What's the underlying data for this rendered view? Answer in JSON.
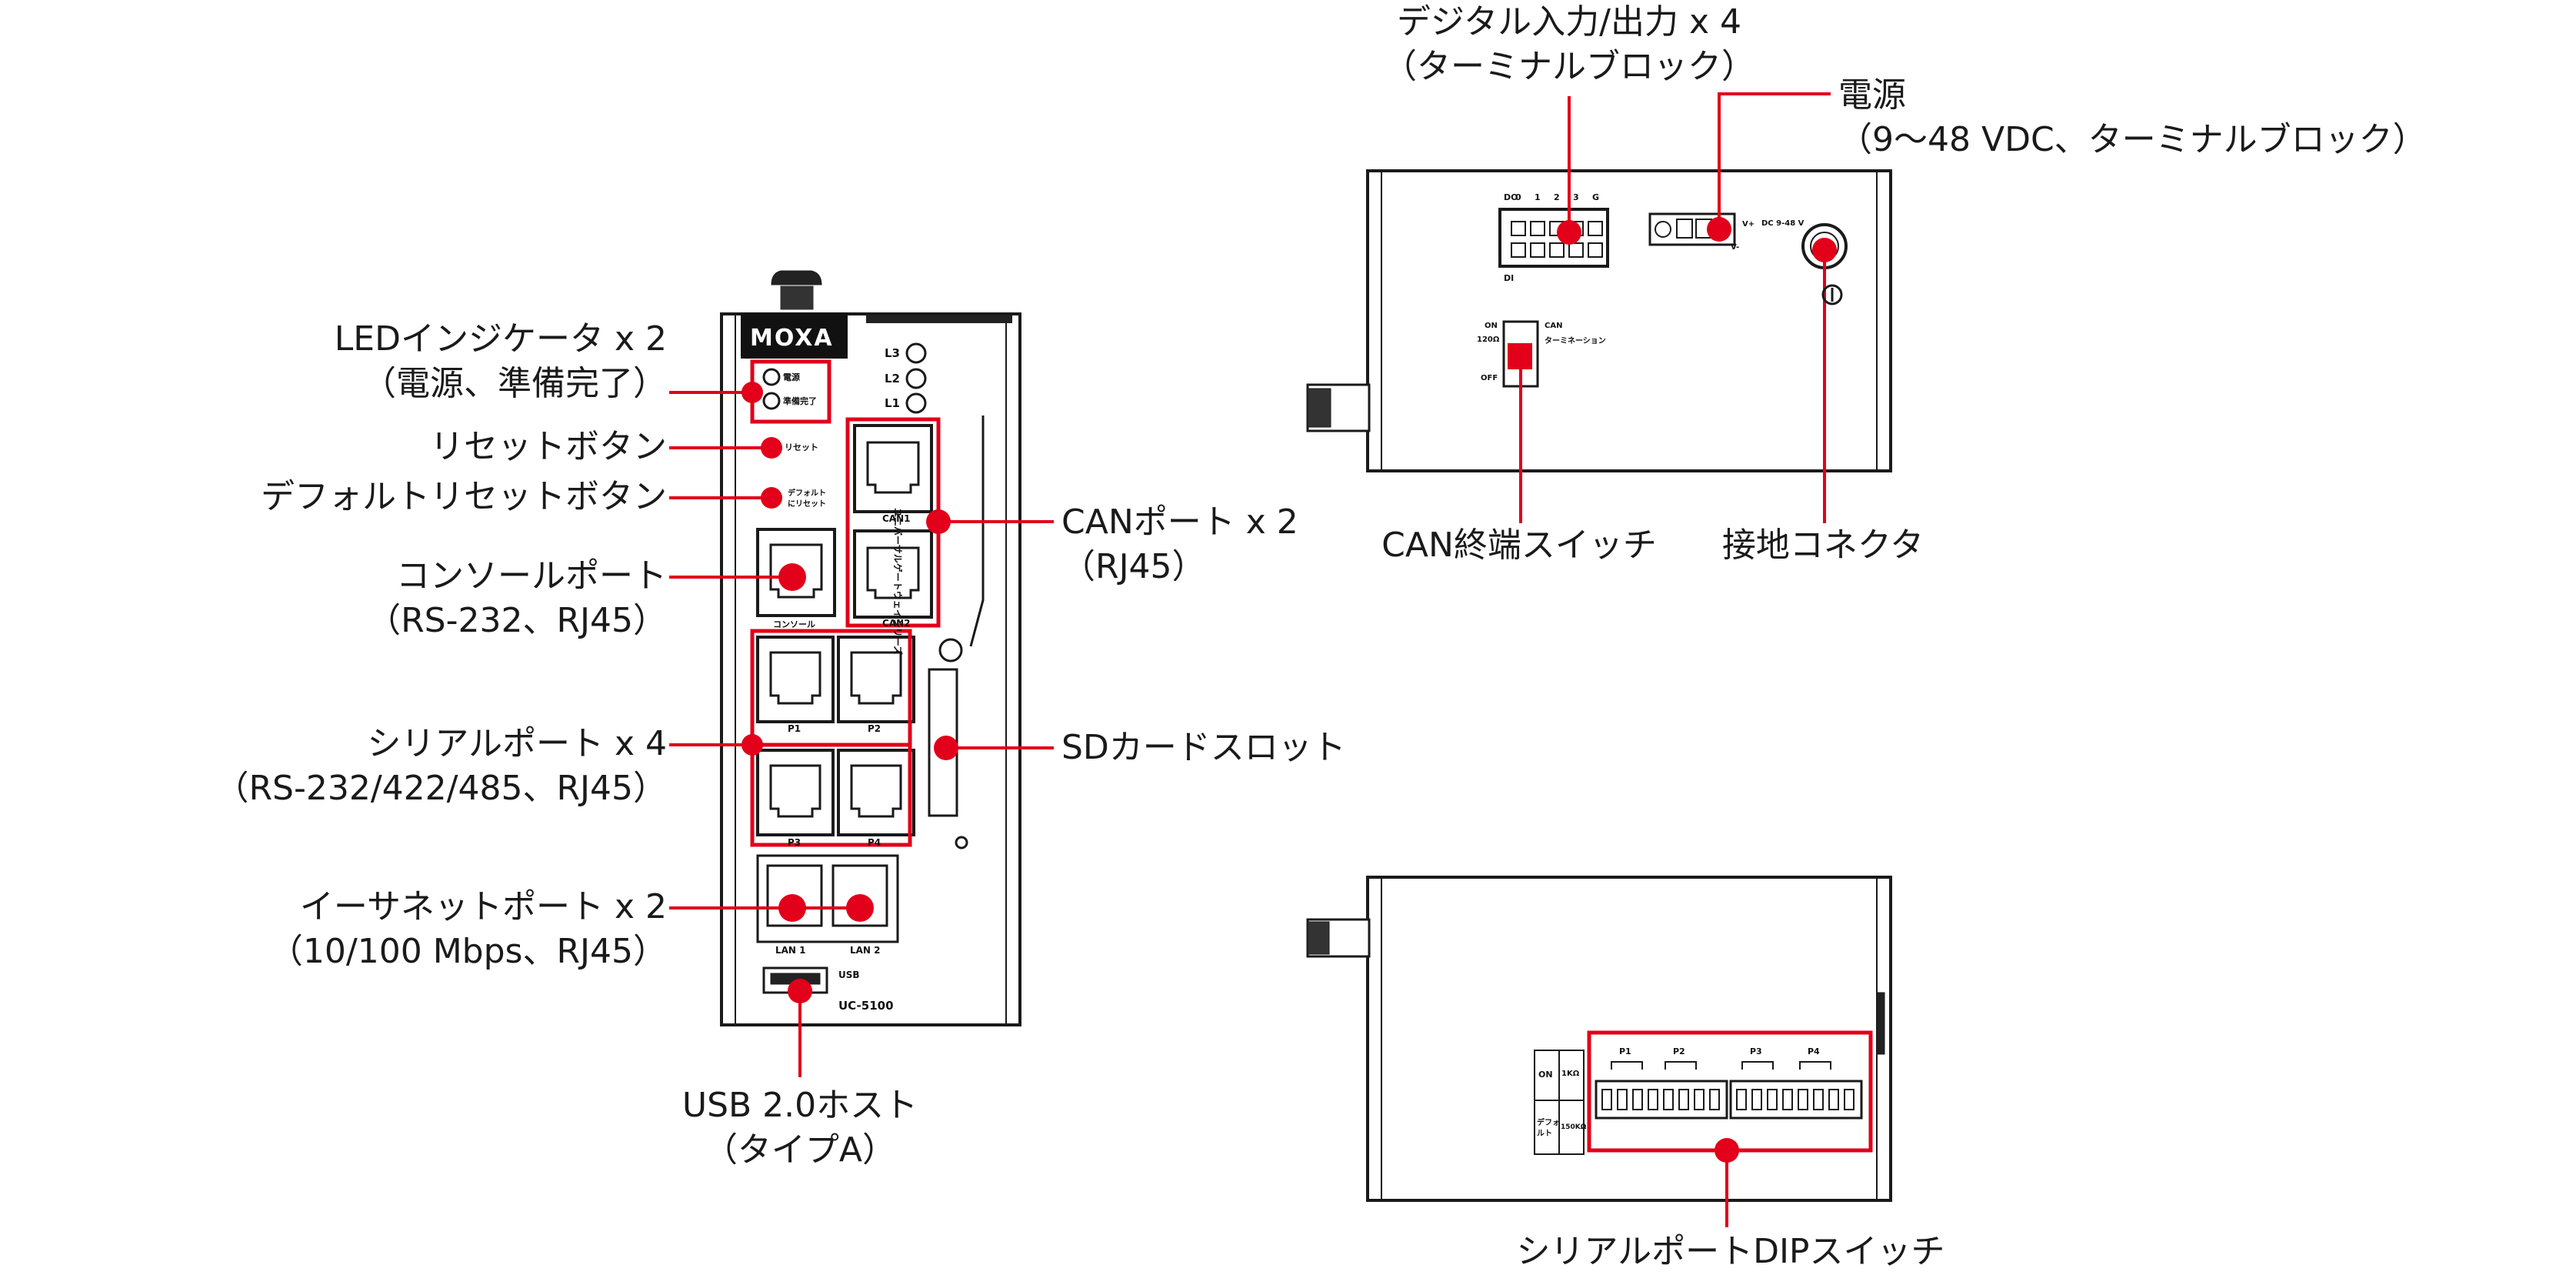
{
  "callouts": {
    "led": [
      "LEDインジケータ x 2",
      "（電源、準備完了）"
    ],
    "reset": [
      "リセットボタン"
    ],
    "default_reset": [
      "デフォルトリセットボタン"
    ],
    "console": [
      "コンソールポート",
      "（RS-232、RJ45）"
    ],
    "serial": [
      "シリアルポート x 4",
      "（RS-232/422/485、RJ45）"
    ],
    "ethernet": [
      "イーサネットポート x 2",
      "（10/100 Mbps、RJ45）"
    ],
    "usb": [
      "USB 2.0ホスト",
      "（タイプA）"
    ],
    "can": [
      "CANポート x 2",
      "（RJ45）"
    ],
    "sd": [
      "SDカードスロット"
    ],
    "dio": [
      "デジタル入力/出力 x 4",
      "（ターミナルブロック）"
    ],
    "power": [
      "電源",
      "（9～48 VDC、ターミナルブロック）"
    ],
    "can_switch": [
      "CAN終端スイッチ"
    ],
    "ground": [
      "接地コネクタ"
    ],
    "dip": [
      "シリアルポートDIPスイッチ"
    ]
  },
  "device": {
    "brand": "MOXA",
    "model": "UC-5100",
    "leds": [
      "L3",
      "L2",
      "L1"
    ],
    "led_power": "電源",
    "led_ready": "準備完了",
    "reset": "リセット",
    "default_reset": [
      "デフォルト",
      "にリセット"
    ],
    "can1": "CAN1",
    "can2": "CAN2",
    "console": "コンソール",
    "p1": "P1",
    "p2": "P2",
    "p3": "P3",
    "p4": "P4",
    "lan1": "LAN 1",
    "lan2": "LAN 2",
    "usb": "USB",
    "side_text": "ユニバーサルゲートウェイシリーズ"
  },
  "top_view": {
    "do_label": "DO",
    "di_label": "DI",
    "pins": [
      "0",
      "1",
      "2",
      "3",
      "G"
    ],
    "can_on": "ON",
    "can_off": "OFF",
    "can_ohm": "120Ω",
    "can_text": [
      "CAN",
      "ターミネーション"
    ],
    "dc": "DC 9-48 V",
    "power_pins": [
      "V+",
      "V-"
    ]
  },
  "bottom_view": {
    "ports": [
      "P1",
      "P2",
      "P3",
      "P4"
    ],
    "on": "ON",
    "ohm1": "1KΩ",
    "ohm2": "150KΩ",
    "default": [
      "デフォ",
      "ルト"
    ]
  },
  "colors": {
    "accent": "#e2001a",
    "line": "#1a1a1a"
  }
}
